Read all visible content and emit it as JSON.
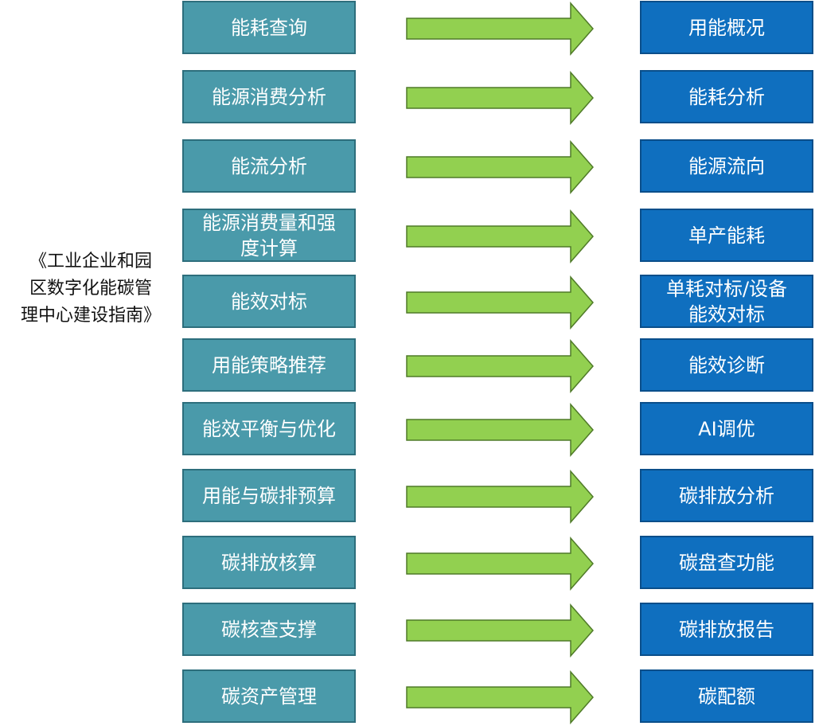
{
  "title_lines": [
    "《工业企业和园",
    "区数字化能碳管",
    "理中心建设指南》"
  ],
  "colors": {
    "left_box": "#4a9aaa",
    "left_border": "#2d6e7c",
    "right_box": "#0f6fbf",
    "right_border": "#0a4e8a",
    "arrow_fill": "#92d050",
    "arrow_stroke": "#4f7a28"
  },
  "rows": [
    {
      "left": [
        "能耗查询"
      ],
      "right": [
        "用能概况"
      ]
    },
    {
      "left": [
        "能源消费分析"
      ],
      "right": [
        "能耗分析"
      ]
    },
    {
      "left": [
        "能流分析"
      ],
      "right": [
        "能源流向"
      ]
    },
    {
      "left": [
        "能源消费量和强",
        "度计算"
      ],
      "right": [
        "单产能耗"
      ]
    },
    {
      "left": [
        "能效对标"
      ],
      "right": [
        "单耗对标/设备",
        "能效对标"
      ]
    },
    {
      "left": [
        "用能策略推荐"
      ],
      "right": [
        "能效诊断"
      ]
    },
    {
      "left": [
        "能效平衡与优化"
      ],
      "right": [
        "AI调优"
      ]
    },
    {
      "left": [
        "用能与碳排预算"
      ],
      "right": [
        "碳排放分析"
      ]
    },
    {
      "left": [
        "碳排放核算"
      ],
      "right": [
        "碳盘查功能"
      ]
    },
    {
      "left": [
        "碳核查支撑"
      ],
      "right": [
        "碳排放报告"
      ]
    },
    {
      "left": [
        "碳资产管理"
      ],
      "right": [
        "碳配额"
      ]
    }
  ]
}
